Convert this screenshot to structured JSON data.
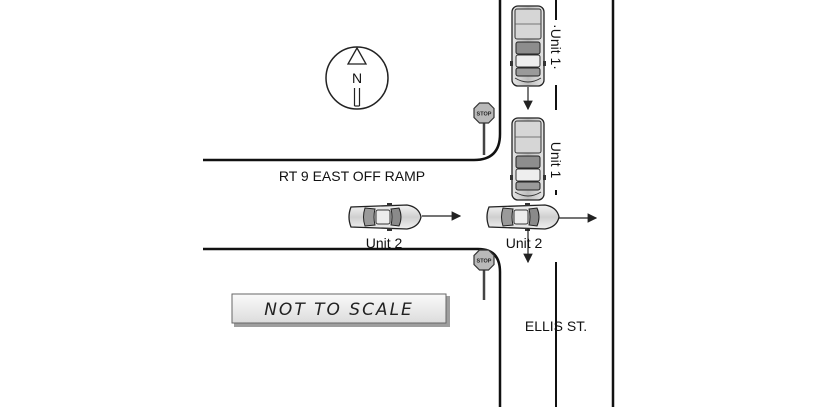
{
  "labels": {
    "off_ramp": "RT 9 EAST OFF RAMP",
    "street": "ELLIS ST.",
    "unit1_before": "·Unit 1·",
    "unit1_after": "Unit 1",
    "unit2_before": "Unit 2",
    "unit2_after": "Unit 2",
    "north": "N",
    "stop_top": "STOP",
    "stop_bottom": "STOP",
    "scale_note": "NOT TO SCALE"
  }
}
